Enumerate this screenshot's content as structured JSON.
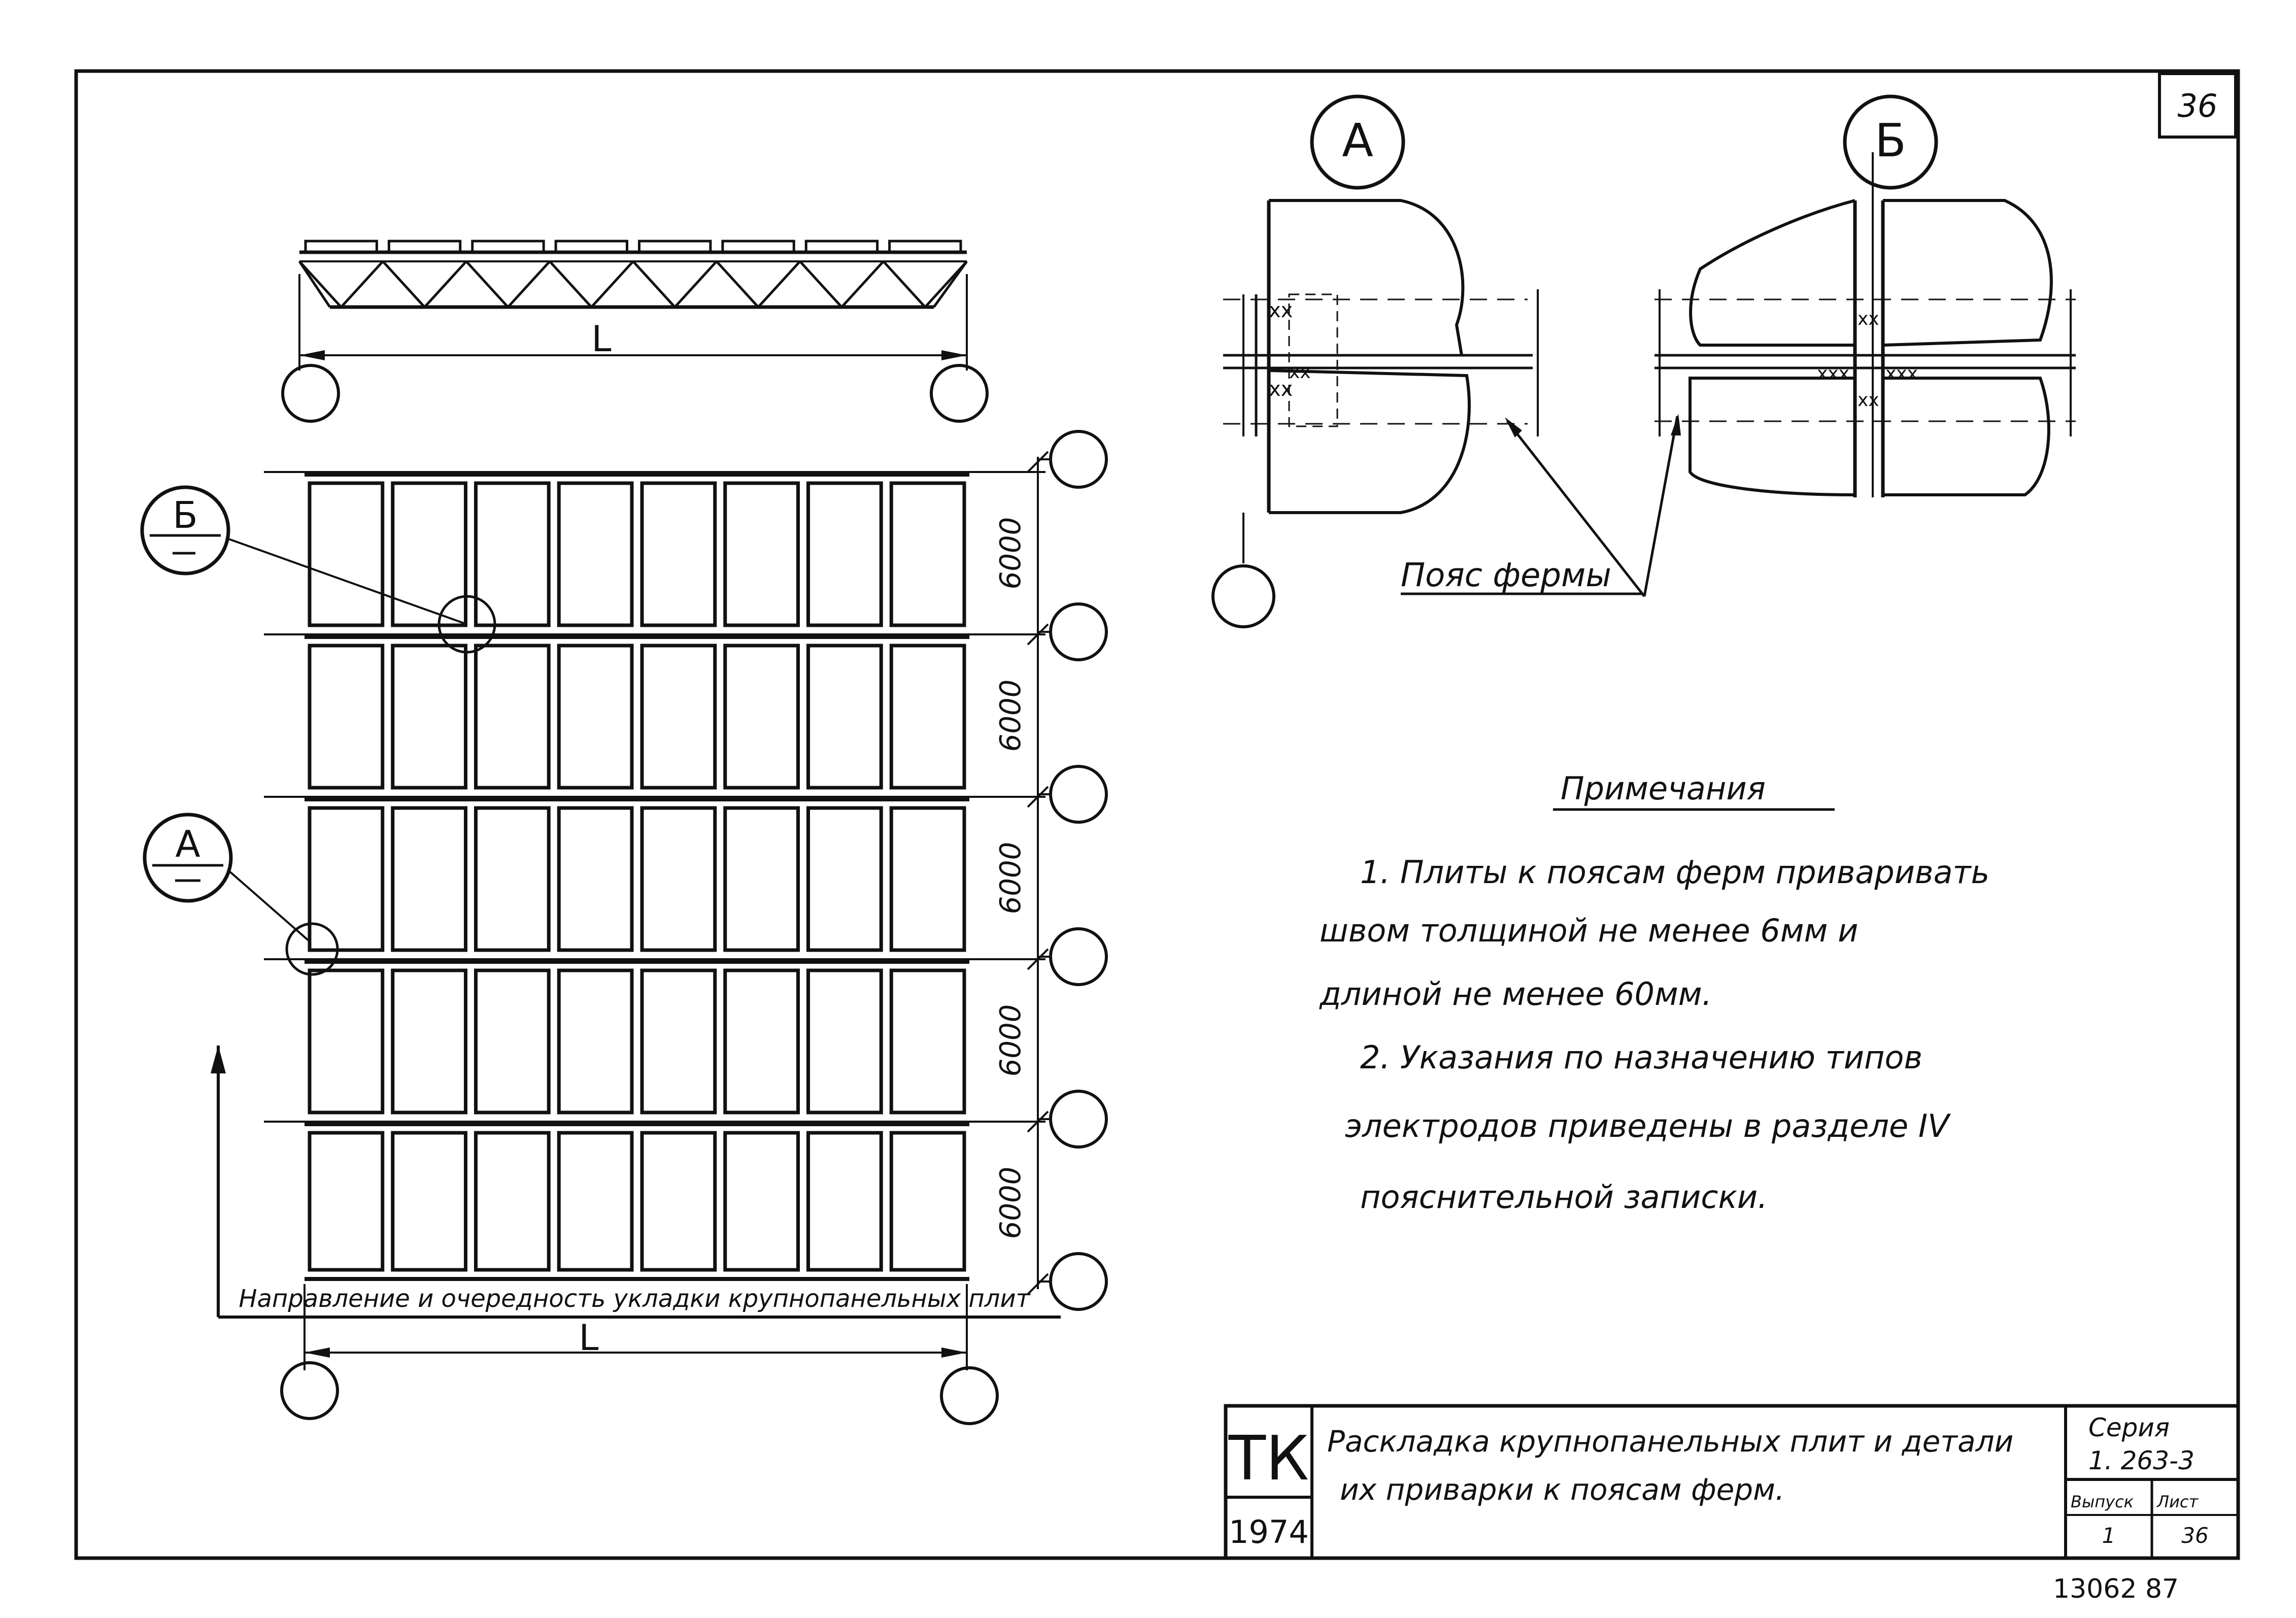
{
  "sheet": {
    "number": "36"
  },
  "truss_elevation": {
    "span_label": "L"
  },
  "plan": {
    "span_label": "L",
    "bay_dims": [
      "6000",
      "6000",
      "6000",
      "6000",
      "6000"
    ],
    "callout_b": "Б",
    "callout_a": "А",
    "direction_caption": "Направление и очередность укладки крупнопанельных плит"
  },
  "details": {
    "title_a": "А",
    "title_b": "Б",
    "leader_label": "Пояс фермы"
  },
  "notes": {
    "heading": "Примечания",
    "lines": [
      "1. Плиты к поясам ферм приваривать",
      "швом толщиной не менее 6мм и",
      "длиной не менее 60мм.",
      "2. Указания по назначению типов",
      "электродов приведены в разделе IV",
      "пояснительной записки."
    ]
  },
  "title_block": {
    "org": "ТК",
    "year": "1974",
    "title_line1": "Раскладка крупнопанельных плит и детали",
    "title_line2": "их приварки к поясам ферм.",
    "series_label": "Серия",
    "series_value": "1. 263-3",
    "issue_label": "Выпуск",
    "issue_value": "1",
    "sheet_label": "Лист",
    "sheet_value": "36"
  },
  "archive_number": "13062 87"
}
